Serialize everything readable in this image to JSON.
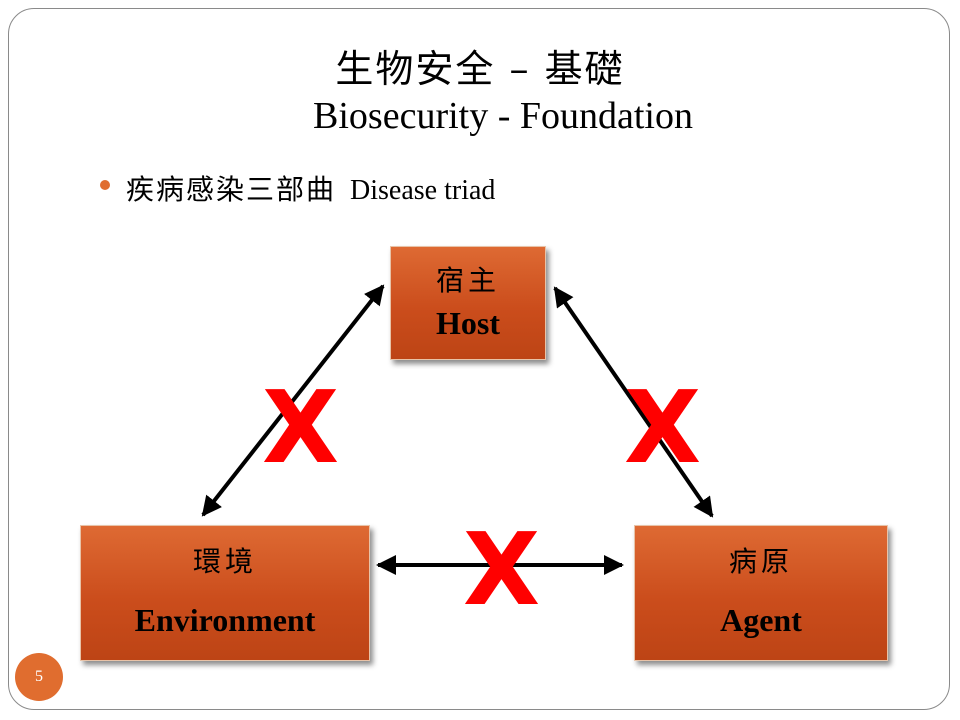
{
  "slide": {
    "title_zh": "生物安全 – 基礎",
    "title_en": "Biosecurity - Foundation",
    "bullet": {
      "zh": "疾病感染三部曲",
      "en": "Disease triad"
    },
    "page_number": "5"
  },
  "triad": {
    "host": {
      "zh": "宿主",
      "en": "Host"
    },
    "environment": {
      "zh": "環境",
      "en": "Environment"
    },
    "agent": {
      "zh": "病原",
      "en": "Agent"
    },
    "break_mark": "X"
  },
  "colors": {
    "accent": "#e06d2f",
    "box_fill": "#cb4d1c",
    "break_mark": "#ff0000"
  }
}
